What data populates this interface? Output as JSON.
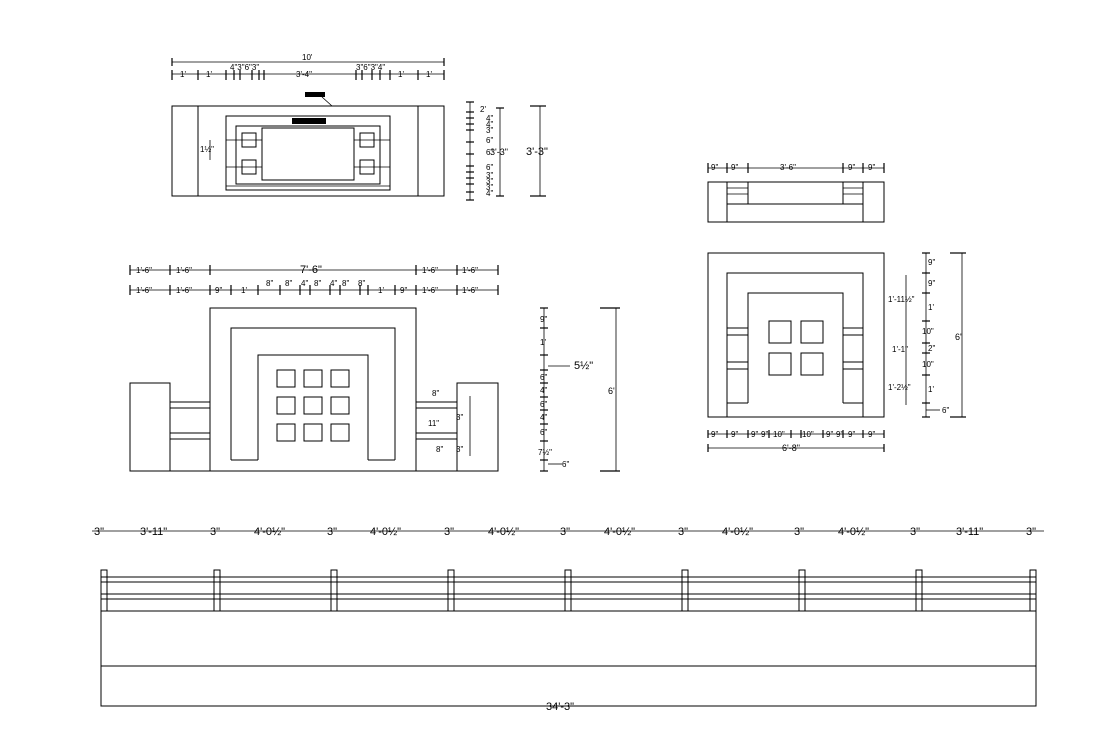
{
  "top_plan": {
    "overall": "10'",
    "row2": [
      "1'",
      "1'",
      "4\"3\"6\"3\"",
      "3'-4\"",
      "3\"6\"3\"4\"",
      "1'",
      "1'"
    ],
    "side_stack": [
      "2'",
      "4\"",
      "4\"",
      "3\"",
      "6\"",
      "6\"",
      "6\"",
      "3\"",
      "3\"",
      "3\"",
      "4\""
    ],
    "height_inner": "3'-3\"",
    "height_outer": "3'-3\"",
    "left_note": "1½\""
  },
  "front_elev": {
    "row1": [
      "1'-6\"",
      "1'-6\"",
      "7'-6\"",
      "1'-6\"",
      "1'-6\""
    ],
    "row2": [
      "1'-6\"",
      "1'-6\"",
      "9\"",
      "1'",
      "8\"",
      "8\"",
      "4\"",
      "8\"",
      "4\"",
      "8\"",
      "8\"",
      "1'",
      "9\"",
      "1'-6\"",
      "1'-6\""
    ],
    "side_stack": [
      "9\"",
      "1'",
      "6\"",
      "4\"",
      "6\"",
      "4\"",
      "6\"",
      "7½\""
    ],
    "mid_label": "5½\"",
    "total_height": "6'",
    "bottom_label": "6\"",
    "right_labels": [
      "8\"",
      "11\"",
      "3\"",
      "3\"",
      "8\""
    ]
  },
  "side_elev": {
    "top_dims": [
      "9\"",
      "9\"",
      "3'-6\"",
      "9\"",
      "9\""
    ]
  },
  "back_elev": {
    "bottom_dims": [
      "9\"",
      "9\"",
      "9\"",
      "9\"",
      "10\"",
      "10\"",
      "9\"",
      "9\"",
      "9\"",
      "9\""
    ],
    "bottom_total": "6'-8\"",
    "left_labels": [
      "1'-11½\"",
      "1'-1\"",
      "1'-2½\""
    ],
    "right_stack": [
      "9\"",
      "9\"",
      "1'",
      "10\"",
      "2\"",
      "10\"",
      "1'",
      "6\""
    ],
    "total_height": "6'"
  },
  "long_elev": {
    "spans": [
      "3\"",
      "3'-11\"",
      "3\"",
      "4'-0½\"",
      "3\"",
      "4'-0½\"",
      "3\"",
      "4'-0½\"",
      "3\"",
      "4'-0½\"",
      "3\"",
      "4'-0½\"",
      "3\"",
      "4'-0½\"",
      "3\"",
      "3'-11\"",
      "3\""
    ],
    "total": "34'-3\""
  }
}
